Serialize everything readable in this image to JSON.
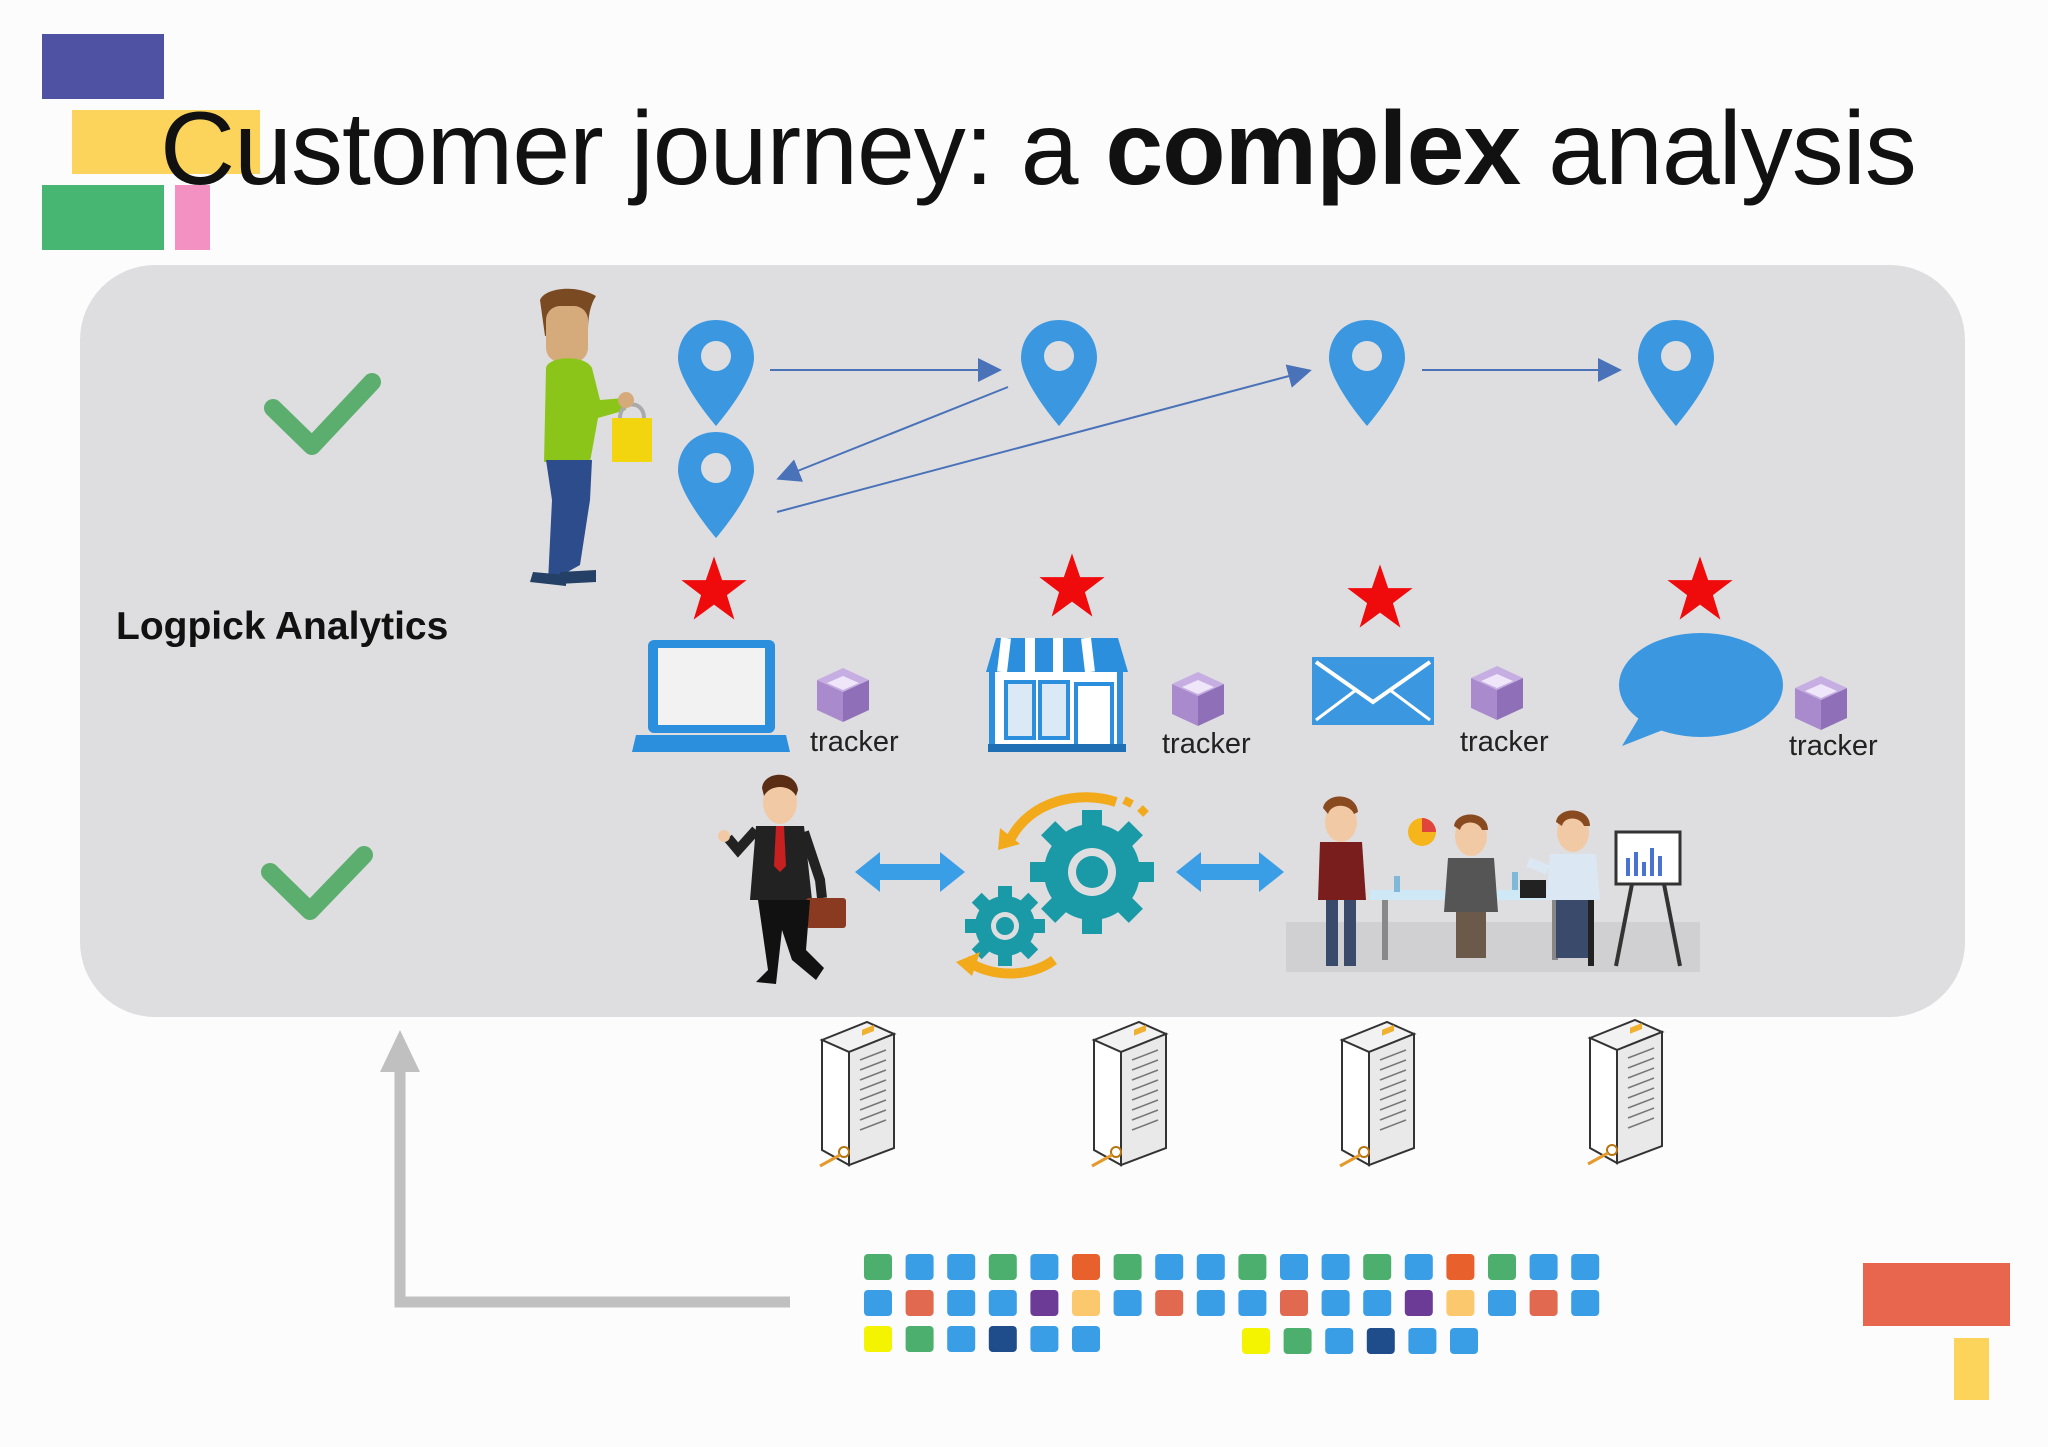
{
  "title": {
    "prefix": "Customer journey: a ",
    "emphasis": "complex",
    "suffix": " analysis"
  },
  "panel_label": "Logpick Analytics",
  "channels": [
    {
      "icon": "laptop-icon",
      "tracker_label": "tracker"
    },
    {
      "icon": "store-icon",
      "tracker_label": "tracker"
    },
    {
      "icon": "email-icon",
      "tracker_label": "tracker"
    },
    {
      "icon": "chat-bubble-icon",
      "tracker_label": "tracker"
    }
  ],
  "colors": {
    "pin": "#3a97e0",
    "star": "#ef0b0b",
    "check": "#5cae6e",
    "tracker_cube": "#a98bcd",
    "arrow_gray": "#c0c0c0",
    "corner_blue": "#4f51a3",
    "corner_yellow": "#fcd35b",
    "corner_green": "#47b672",
    "corner_pink": "#f291c2",
    "corner_orange": "#e8654e"
  },
  "data_tiles": {
    "row1": [
      "#4caf6e",
      "#3a9ee6",
      "#3a9ee6",
      "#4caf6e",
      "#3a9ee6",
      "#e8602c",
      "#4caf6e",
      "#3a9ee6",
      "#3a9ee6",
      "#4caf6e",
      "#3a9ee6",
      "#3a9ee6",
      "#4caf6e",
      "#3a9ee6",
      "#e8602c",
      "#4caf6e",
      "#3a9ee6",
      "#3a9ee6"
    ],
    "row2": [
      "#3a9ee6",
      "#e0694f",
      "#3a9ee6",
      "#3a9ee6",
      "#6c3b96",
      "#fbc86e",
      "#3a9ee6",
      "#e0694f",
      "#3a9ee6",
      "#3a9ee6",
      "#e0694f",
      "#3a9ee6",
      "#3a9ee6",
      "#6c3b96",
      "#fbc86e",
      "#3a9ee6",
      "#e0694f",
      "#3a9ee6"
    ],
    "row3a": [
      "#f4f400",
      "#4caf6e",
      "#3a9ee6",
      "#1f4d8c",
      "#3a9ee6",
      "#3a9ee6"
    ],
    "row3b": [
      "#f4f400",
      "#4caf6e",
      "#3a9ee6",
      "#1f4d8c",
      "#3a9ee6",
      "#3a9ee6"
    ]
  }
}
